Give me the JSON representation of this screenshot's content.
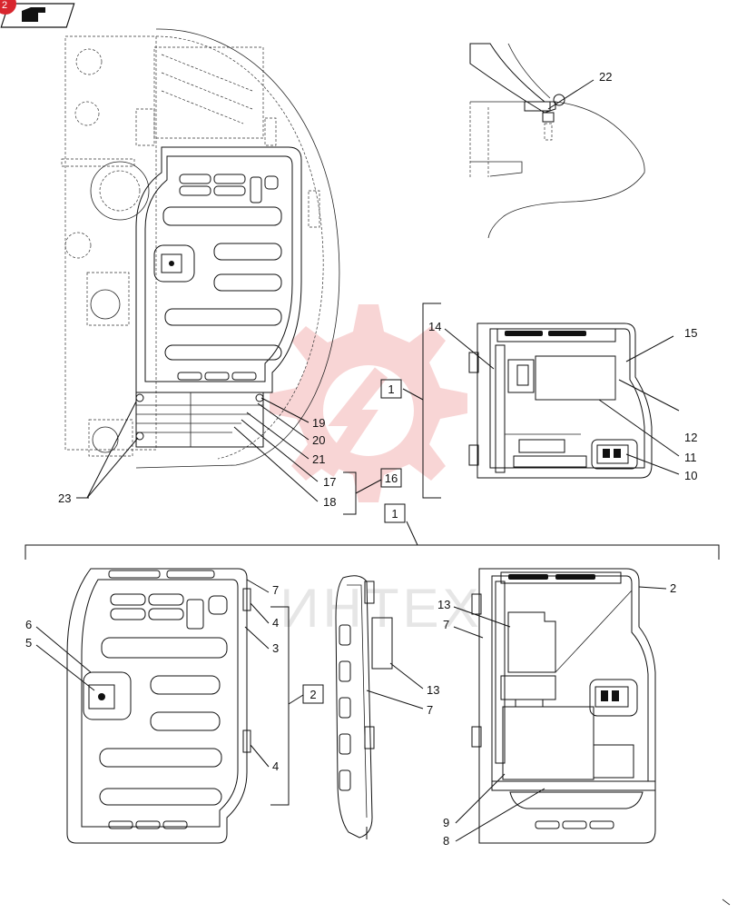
{
  "nav_badge": "2",
  "watermark": "ИНТЕХ",
  "colors": {
    "line": "#111111",
    "watermark": "#f0a7a7",
    "badge": "#d8262e"
  },
  "callouts": [
    "22",
    "15",
    "14",
    "12",
    "11",
    "10",
    "19",
    "20",
    "21",
    "17",
    "18",
    "23",
    "16",
    "1",
    "1",
    "7",
    "4",
    "3",
    "2",
    "4",
    "6",
    "5",
    "13",
    "7",
    "2",
    "13",
    "7",
    "9",
    "8"
  ],
  "ref_boxes": [
    "1",
    "16",
    "1",
    "2"
  ]
}
